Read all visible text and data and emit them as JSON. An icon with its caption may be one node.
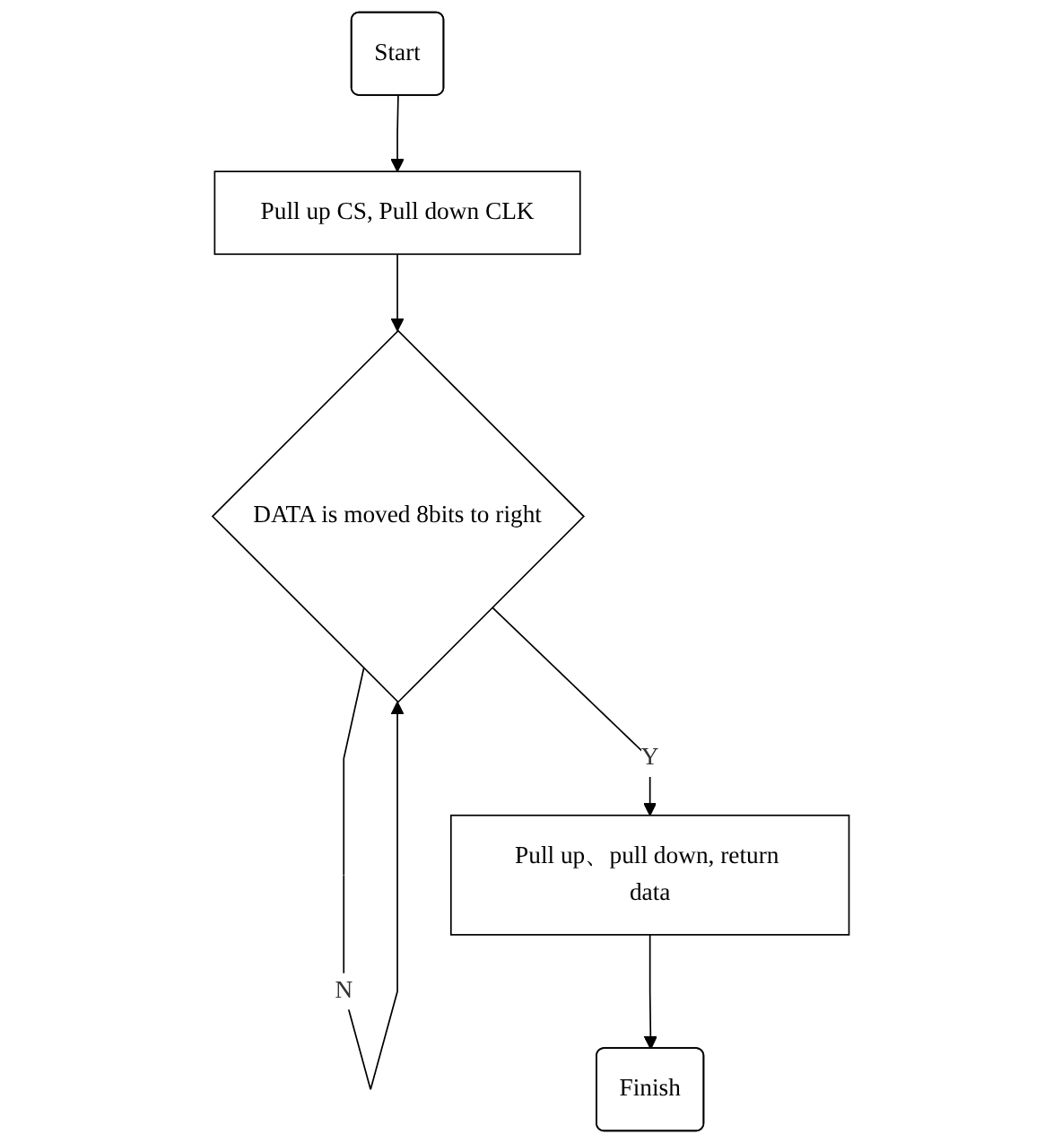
{
  "diagram": {
    "nodes": [
      {
        "text": [
          "Start"
        ]
      },
      {
        "text": [
          "Pull up CS, Pull down CLK"
        ]
      },
      {
        "text": [
          "DATA is moved 8bits to right"
        ]
      },
      {
        "text": [
          "Pull up、pull down, return data"
        ]
      },
      {
        "text": [
          "Finish"
        ]
      }
    ],
    "edges": [
      {
        "from": 0,
        "to": 1,
        "arrow": "to"
      },
      {
        "from": 1,
        "to": 2,
        "arrow": "to"
      },
      {
        "from": 2,
        "to": 2,
        "label": "N",
        "arrow": "to"
      },
      {
        "from": 2,
        "to": 3,
        "label": "Y",
        "arrow": "to"
      },
      {
        "from": 3,
        "to": 4,
        "arrow": "to"
      }
    ]
  }
}
